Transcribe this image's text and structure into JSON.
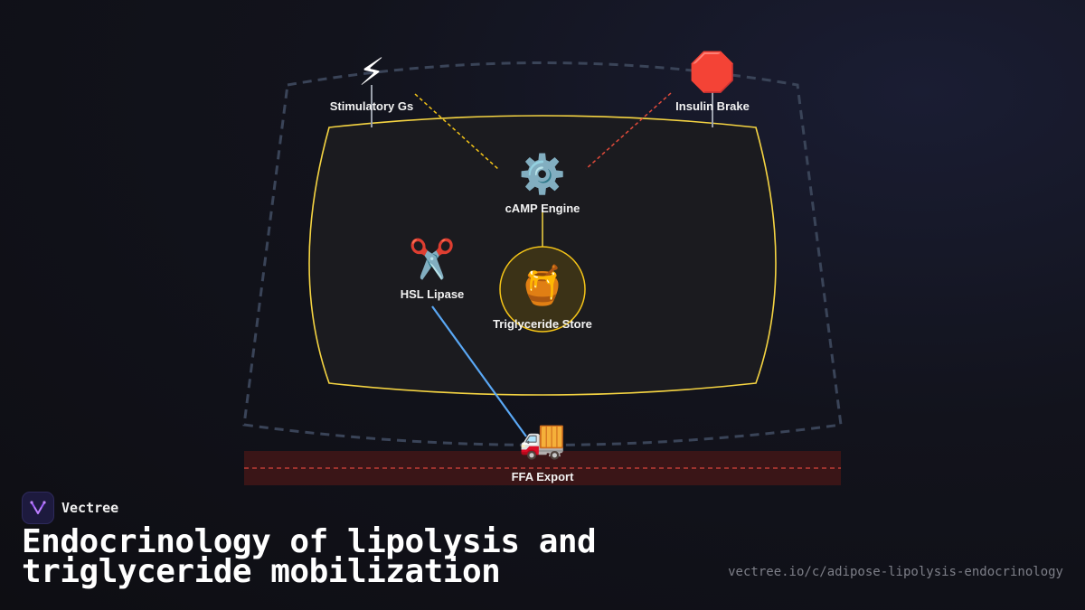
{
  "diagram": {
    "nodes": {
      "stimulatory": {
        "icon": "⚡",
        "icon_name": "lightning-icon",
        "label": "Stimulatory Gs"
      },
      "insulin": {
        "icon": "🛑",
        "icon_name": "stop-sign-icon",
        "label": "Insulin Brake"
      },
      "camp": {
        "icon": "⚙️",
        "icon_name": "gear-icon",
        "label": "cAMP Engine"
      },
      "hsl": {
        "icon": "✂️",
        "icon_name": "scissors-icon",
        "label": "HSL Lipase"
      },
      "triglyceride": {
        "icon": "🍯",
        "icon_name": "honey-pot-icon",
        "label": "Triglyceride Store"
      },
      "ffa": {
        "icon": "🚚",
        "icon_name": "delivery-truck-icon",
        "label": "FFA Export"
      }
    },
    "colors": {
      "outer_boundary": "#3a4458",
      "cell_boundary": "#f5d442",
      "stimulatory_link": "#f5c518",
      "insulin_link": "#e04a3a",
      "export_link": "#5aa8f5",
      "export_band": "#3a1517",
      "export_line": "#d9463c"
    }
  },
  "brand": {
    "name": "Vectree",
    "logo_icon": "vectree-logo-icon"
  },
  "title": "Endocrinology of lipolysis and triglyceride mobilization",
  "url": "vectree.io/c/adipose-lipolysis-endocrinology"
}
